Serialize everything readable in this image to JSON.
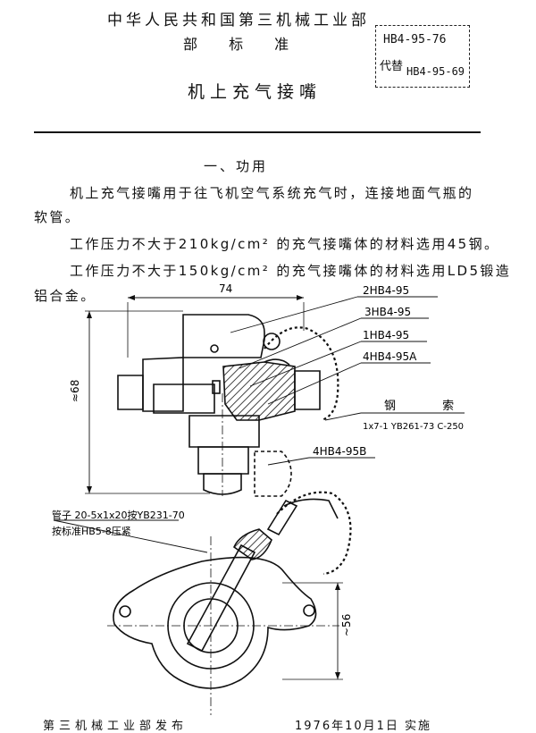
{
  "header": {
    "ministry": "中华人民共和国第三机械工业部",
    "standard_kind": "部 标 准",
    "title": "机上充气接嘴",
    "code": "HB4-95-76",
    "replaces_label": "代替",
    "replaces_code": "HB4-95-69"
  },
  "section": {
    "heading": "一、功用",
    "para1_line1": "机上充气接嘴用于往飞机空气系统充气时，连接地面气瓶的",
    "para1_line2": "软管。",
    "para2": "工作压力不大于210kg/cm² 的充气接嘴体的材料选用45钢。",
    "para3_line1": "工作压力不大于150kg/cm² 的充气接嘴体的材料选用LD5锻造",
    "para3_line2": "铝合金。"
  },
  "drawing": {
    "dim_width": "74",
    "dim_height": "≈68",
    "dim_bottom": "~56",
    "part_labels": [
      "2HB4-95",
      "3HB4-95",
      "1HB4-95",
      "4HB4-95A",
      "4HB4-95B"
    ],
    "cable_label": "钢 索",
    "cable_spec": "1x7-1 YB261-73 C-250",
    "pipe_label": "管子 20-5x1x20按YB231-70",
    "pipe_note": "按标准HB5-8压紧"
  },
  "footer": {
    "publisher": "第三机械工业部发布",
    "date": "1976年10月1日 实施"
  }
}
